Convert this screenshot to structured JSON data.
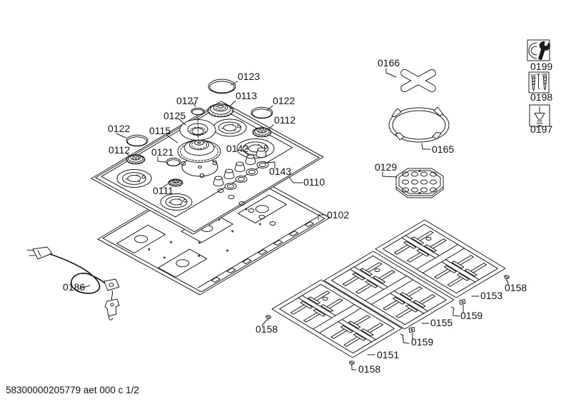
{
  "diagram": {
    "footer": "58300000205779 aet 000 c 1/2",
    "colors": {
      "background": "#ffffff",
      "line": "#1c1c1c",
      "text": "#121212"
    },
    "labels": [
      {
        "id": "0123",
        "part": "burner-cap-large"
      },
      {
        "id": "0113",
        "part": "burner-head-large"
      },
      {
        "id": "0127",
        "part": "wok-burner-cap"
      },
      {
        "id": "0122",
        "part": "burner-cap-right"
      },
      {
        "id": "0112",
        "part": "burner-head-right"
      },
      {
        "id": "0125",
        "part": "wok-burner-ring"
      },
      {
        "id": "0115",
        "part": "wok-burner-head"
      },
      {
        "id": "0122",
        "part": "burner-cap-left"
      },
      {
        "id": "0112",
        "part": "burner-head-left"
      },
      {
        "id": "0121",
        "part": "center-seal-cap"
      },
      {
        "id": "0142",
        "part": "control-knobs"
      },
      {
        "id": "0143",
        "part": "knob-bezel"
      },
      {
        "id": "0111",
        "part": "burner-head-small"
      },
      {
        "id": "0110",
        "part": "cooktop-top-panel"
      },
      {
        "id": "0102",
        "part": "base-tray"
      },
      {
        "id": "0186",
        "part": "power-cord"
      },
      {
        "id": "0166",
        "part": "wok-cross-support"
      },
      {
        "id": "0165",
        "part": "wok-ring-support"
      },
      {
        "id": "0129",
        "part": "burner-plate"
      },
      {
        "id": "0199",
        "part": "tool-wrench-icon"
      },
      {
        "id": "0198",
        "part": "tool-screws-icon"
      },
      {
        "id": "0197",
        "part": "tool-fastener-icon"
      },
      {
        "id": "0158",
        "part": "fixing-screw-right"
      },
      {
        "id": "0153",
        "part": "pan-support-right"
      },
      {
        "id": "0159",
        "part": "fixing-clip-upper"
      },
      {
        "id": "0155",
        "part": "pan-support-middle"
      },
      {
        "id": "0158",
        "part": "fixing-screw-left"
      },
      {
        "id": "0159",
        "part": "fixing-clip-lower"
      },
      {
        "id": "0151",
        "part": "pan-support-left"
      },
      {
        "id": "0158",
        "part": "fixing-screw-bottom"
      }
    ]
  }
}
